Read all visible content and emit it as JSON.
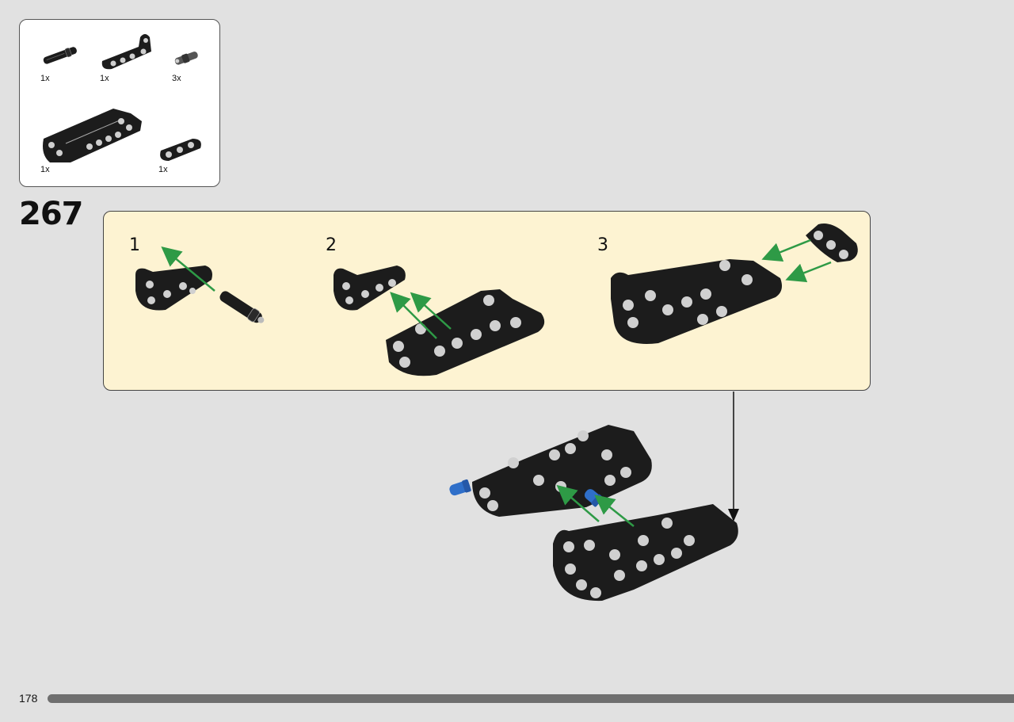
{
  "parts_list": {
    "items": [
      {
        "name": "axle-pin-long",
        "quantity": "1x"
      },
      {
        "name": "angled-beam",
        "quantity": "1x"
      },
      {
        "name": "friction-pin",
        "quantity": "3x"
      },
      {
        "name": "frame-plate",
        "quantity": "1x"
      },
      {
        "name": "beam-3",
        "quantity": "1x"
      }
    ]
  },
  "step": {
    "number": "267",
    "substeps": [
      {
        "number": "1"
      },
      {
        "number": "2"
      },
      {
        "number": "3"
      }
    ]
  },
  "colors": {
    "page_background": "#e1e1e1",
    "substep_panel": "#fdf3d2",
    "part_black": "#1c1c1c",
    "arrow_green": "#2e9a46",
    "pin_blue": "#2f6fc9"
  },
  "footer": {
    "page_number": "178"
  }
}
